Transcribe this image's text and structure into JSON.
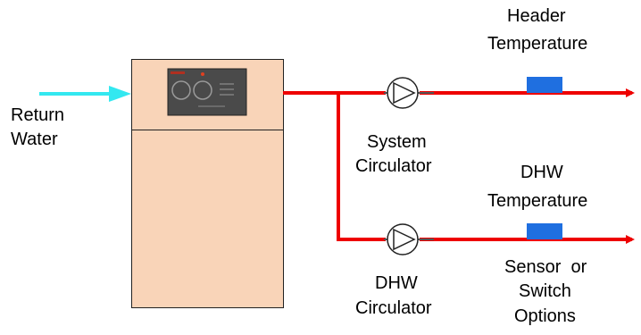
{
  "labels": {
    "return_water": [
      "Return",
      "Water"
    ],
    "header_temperature": [
      "Header",
      "Temperature"
    ],
    "system_circulator": [
      "System",
      "Circulator"
    ],
    "dhw_temperature": [
      "DHW",
      "Temperature"
    ],
    "dhw_circulator": [
      "DHW",
      "Circulator"
    ],
    "sensor_options": [
      "Sensor  or",
      "Switch",
      "Options"
    ]
  },
  "colors": {
    "return_arrow": "#33e8f0",
    "supply_pipe": "#ee0000",
    "boiler_cabinet": "#f9d4b8",
    "boiler_outline": "#222222",
    "sensor_block": "#1f6fe0",
    "control_panel": "#4a4a4a"
  },
  "icons": {
    "pump": "pump-icon",
    "sensor": "temperature-sensor-icon",
    "boiler": "boiler-icon",
    "control": "control-panel-icon"
  }
}
